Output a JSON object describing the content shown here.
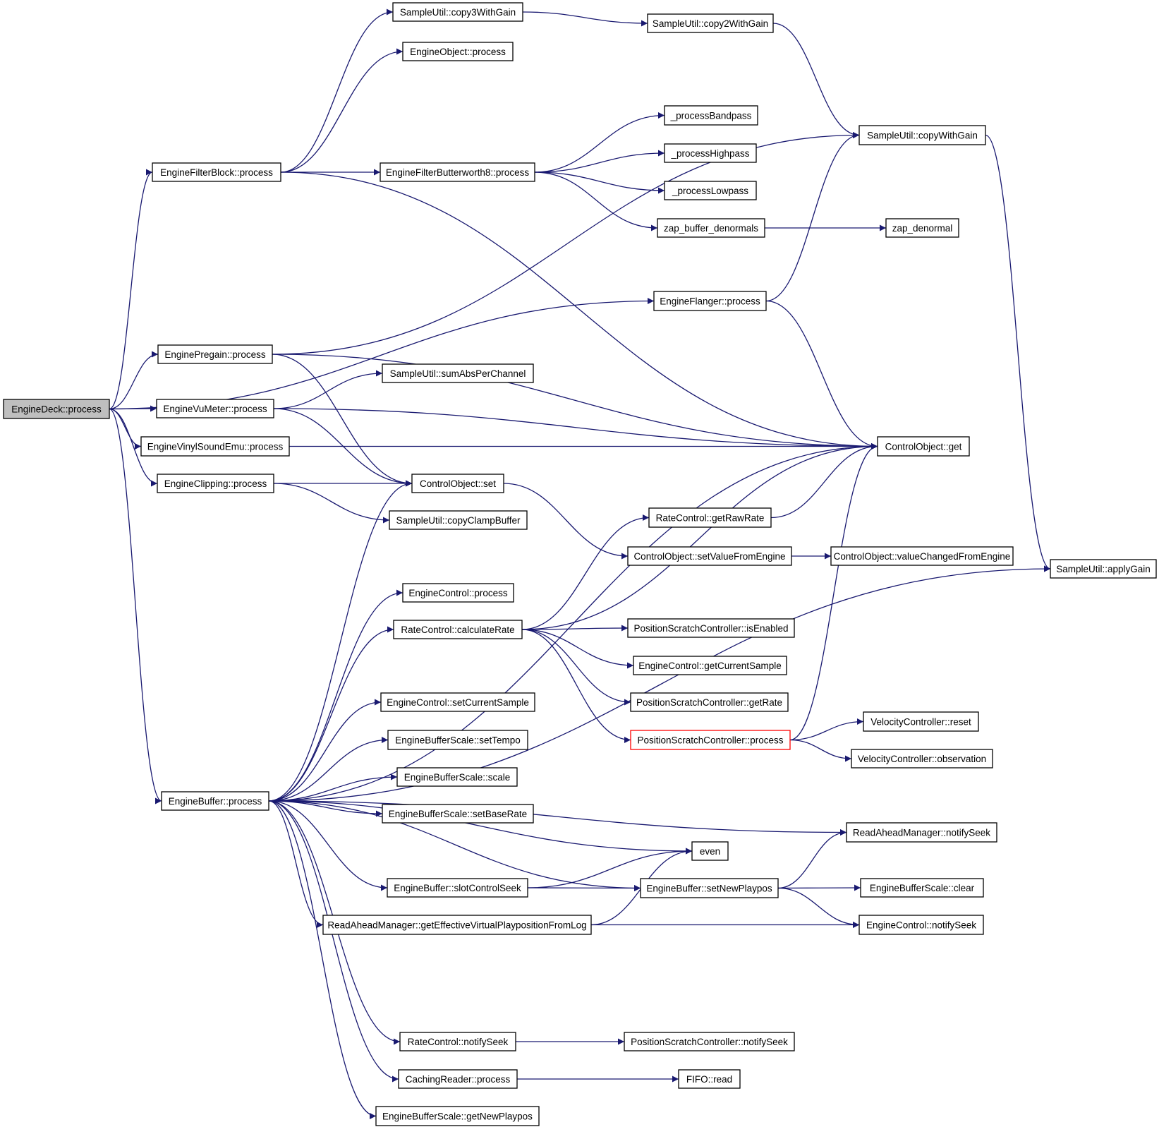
{
  "graph": {
    "colors": {
      "edge": "#191970",
      "node_border": "#000000",
      "root_fill": "#bfbfbf",
      "highlight_border": "#ff0000"
    },
    "nodes": [
      {
        "id": "deck",
        "label": "EngineDeck::process",
        "style": "root"
      },
      {
        "id": "filterblock",
        "label": "EngineFilterBlock::process"
      },
      {
        "id": "pregain",
        "label": "EnginePregain::process"
      },
      {
        "id": "vumeter",
        "label": "EngineVuMeter::process"
      },
      {
        "id": "vinyl",
        "label": "EngineVinylSoundEmu::process"
      },
      {
        "id": "clipping",
        "label": "EngineClipping::process"
      },
      {
        "id": "buffer",
        "label": "EngineBuffer::process"
      },
      {
        "id": "copy3",
        "label": "SampleUtil::copy3WithGain"
      },
      {
        "id": "copy2",
        "label": "SampleUtil::copy2WithGain"
      },
      {
        "id": "eobj",
        "label": "EngineObject::process"
      },
      {
        "id": "butter",
        "label": "EngineFilterButterworth8::process"
      },
      {
        "id": "bandpass",
        "label": "_processBandpass"
      },
      {
        "id": "highpass",
        "label": "_processHighpass"
      },
      {
        "id": "lowpass",
        "label": "_processLowpass"
      },
      {
        "id": "zapbuf",
        "label": "zap_buffer_denormals"
      },
      {
        "id": "zapden",
        "label": "zap_denormal"
      },
      {
        "id": "copywg",
        "label": "SampleUtil::copyWithGain"
      },
      {
        "id": "flanger",
        "label": "EngineFlanger::process"
      },
      {
        "id": "sumabs",
        "label": "SampleUtil::sumAbsPerChannel"
      },
      {
        "id": "coget",
        "label": "ControlObject::get"
      },
      {
        "id": "coset",
        "label": "ControlObject::set"
      },
      {
        "id": "clamp",
        "label": "SampleUtil::copyClampBuffer"
      },
      {
        "id": "rawrate",
        "label": "RateControl::getRawRate"
      },
      {
        "id": "setvfe",
        "label": "ControlObject::setValueFromEngine"
      },
      {
        "id": "valchg",
        "label": "ControlObject::valueChangedFromEngine"
      },
      {
        "id": "applygain",
        "label": "SampleUtil::applyGain"
      },
      {
        "id": "ectlproc",
        "label": "EngineControl::process"
      },
      {
        "id": "calcrate",
        "label": "RateControl::calculateRate"
      },
      {
        "id": "isenabled",
        "label": "PositionScratchController::isEnabled"
      },
      {
        "id": "getcursample",
        "label": "EngineControl::getCurrentSample"
      },
      {
        "id": "getrate",
        "label": "PositionScratchController::getRate"
      },
      {
        "id": "setcursample",
        "label": "EngineControl::setCurrentSample"
      },
      {
        "id": "settempo",
        "label": "EngineBufferScale::setTempo"
      },
      {
        "id": "scale",
        "label": "EngineBufferScale::scale"
      },
      {
        "id": "setbaserate",
        "label": "EngineBufferScale::setBaseRate"
      },
      {
        "id": "pscproc",
        "label": "PositionScratchController::process",
        "style": "highlight"
      },
      {
        "id": "velreset",
        "label": "VelocityController::reset"
      },
      {
        "id": "velobs",
        "label": "VelocityController::observation"
      },
      {
        "id": "ramnotify",
        "label": "ReadAheadManager::notifySeek"
      },
      {
        "id": "even",
        "label": "even"
      },
      {
        "id": "slotseek",
        "label": "EngineBuffer::slotControlSeek"
      },
      {
        "id": "setnewplaypos",
        "label": "EngineBuffer::setNewPlaypos"
      },
      {
        "id": "ebsclear",
        "label": "EngineBufferScale::clear"
      },
      {
        "id": "ramgetvp",
        "label": "ReadAheadManager::getEffectiveVirtualPlaypositionFromLog"
      },
      {
        "id": "ectlnotify",
        "label": "EngineControl::notifySeek"
      },
      {
        "id": "ratenotify",
        "label": "RateControl::notifySeek"
      },
      {
        "id": "pscnotify",
        "label": "PositionScratchController::notifySeek"
      },
      {
        "id": "cachingproc",
        "label": "CachingReader::process"
      },
      {
        "id": "fiforead",
        "label": "FIFO::read"
      },
      {
        "id": "getnewplaypos",
        "label": "EngineBufferScale::getNewPlaypos"
      }
    ],
    "edges": [
      [
        "deck",
        "filterblock"
      ],
      [
        "deck",
        "flanger"
      ],
      [
        "deck",
        "pregain"
      ],
      [
        "deck",
        "vumeter"
      ],
      [
        "deck",
        "vinyl"
      ],
      [
        "deck",
        "clipping"
      ],
      [
        "deck",
        "buffer"
      ],
      [
        "filterblock",
        "copy3"
      ],
      [
        "filterblock",
        "eobj"
      ],
      [
        "filterblock",
        "butter"
      ],
      [
        "filterblock",
        "coget"
      ],
      [
        "copy3",
        "copy2"
      ],
      [
        "copy2",
        "copywg"
      ],
      [
        "copywg",
        "applygain"
      ],
      [
        "butter",
        "bandpass"
      ],
      [
        "butter",
        "highpass"
      ],
      [
        "butter",
        "lowpass"
      ],
      [
        "butter",
        "zapbuf"
      ],
      [
        "zapbuf",
        "zapden"
      ],
      [
        "flanger",
        "copywg"
      ],
      [
        "flanger",
        "coget"
      ],
      [
        "pregain",
        "copywg"
      ],
      [
        "pregain",
        "coget"
      ],
      [
        "pregain",
        "coset"
      ],
      [
        "vumeter",
        "sumabs"
      ],
      [
        "vumeter",
        "coget"
      ],
      [
        "vumeter",
        "coset"
      ],
      [
        "vinyl",
        "coget"
      ],
      [
        "clipping",
        "coset"
      ],
      [
        "clipping",
        "clamp"
      ],
      [
        "coset",
        "setvfe"
      ],
      [
        "setvfe",
        "valchg"
      ],
      [
        "buffer",
        "coset"
      ],
      [
        "buffer",
        "coget"
      ],
      [
        "buffer",
        "ectlproc"
      ],
      [
        "buffer",
        "calcrate"
      ],
      [
        "buffer",
        "ramnotify"
      ],
      [
        "buffer",
        "setcursample"
      ],
      [
        "buffer",
        "settempo"
      ],
      [
        "buffer",
        "scale"
      ],
      [
        "buffer",
        "setbaserate"
      ],
      [
        "buffer",
        "even"
      ],
      [
        "buffer",
        "slotseek"
      ],
      [
        "buffer",
        "ramgetvp"
      ],
      [
        "buffer",
        "setnewplaypos"
      ],
      [
        "buffer",
        "applygain"
      ],
      [
        "buffer",
        "ratenotify"
      ],
      [
        "buffer",
        "cachingproc"
      ],
      [
        "buffer",
        "getnewplaypos"
      ],
      [
        "calcrate",
        "rawrate"
      ],
      [
        "calcrate",
        "coget"
      ],
      [
        "calcrate",
        "isenabled"
      ],
      [
        "calcrate",
        "getcursample"
      ],
      [
        "calcrate",
        "getrate"
      ],
      [
        "calcrate",
        "pscproc"
      ],
      [
        "rawrate",
        "coget"
      ],
      [
        "pscproc",
        "coget"
      ],
      [
        "pscproc",
        "velreset"
      ],
      [
        "pscproc",
        "velobs"
      ],
      [
        "slotseek",
        "even"
      ],
      [
        "slotseek",
        "setnewplaypos"
      ],
      [
        "ramgetvp",
        "even"
      ],
      [
        "ramgetvp",
        "ectlnotify"
      ],
      [
        "setnewplaypos",
        "ramnotify"
      ],
      [
        "setnewplaypos",
        "ebsclear"
      ],
      [
        "setnewplaypos",
        "ectlnotify"
      ],
      [
        "ratenotify",
        "pscnotify"
      ],
      [
        "cachingproc",
        "fiforead"
      ]
    ]
  }
}
